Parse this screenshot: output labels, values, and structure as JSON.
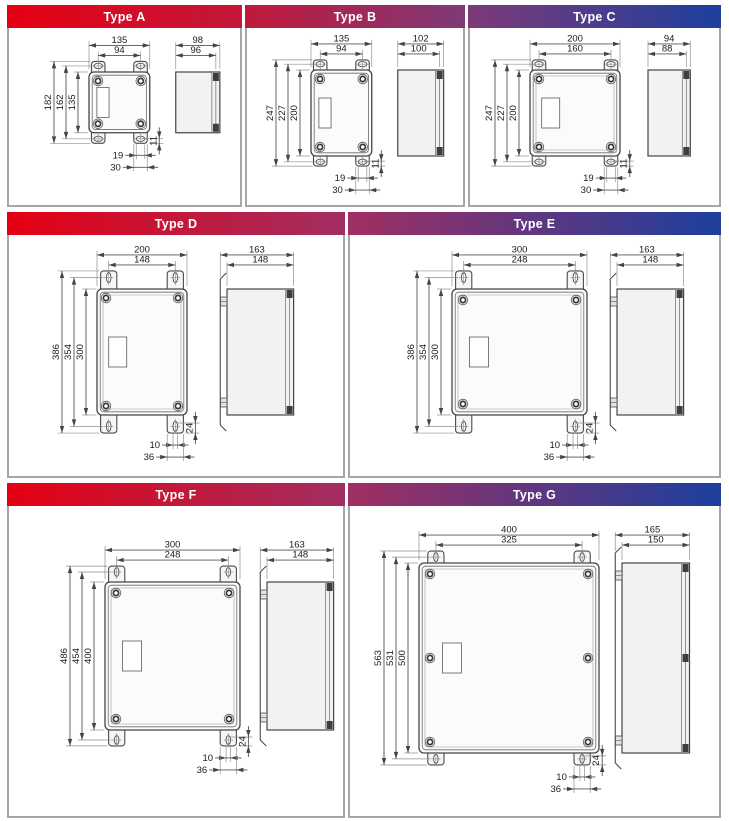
{
  "page": {
    "background": "#ffffff",
    "cell_border": "#a6a6a6"
  },
  "sections": [
    {
      "id": "A",
      "label": "Type A",
      "header_gradient": [
        "#e50012",
        "#c2183a"
      ],
      "front": {
        "width_outer": "135",
        "width_inner": "94",
        "height_total": "182",
        "height_mid": "162",
        "height_body": "135",
        "foot_hole": "19",
        "foot_width": "30",
        "foot_height": "11",
        "screws": 4
      },
      "side": {
        "depth_outer": "98",
        "depth_inner": "96",
        "bracket": false,
        "lid_tabs": 2
      }
    },
    {
      "id": "B",
      "label": "Type B",
      "header_gradient": [
        "#c2183a",
        "#7e3a78"
      ],
      "front": {
        "width_outer": "135",
        "width_inner": "94",
        "height_total": "247",
        "height_mid": "227",
        "height_body": "200",
        "foot_hole": "19",
        "foot_width": "30",
        "foot_height": "11",
        "screws": 4
      },
      "side": {
        "depth_outer": "102",
        "depth_inner": "100",
        "bracket": false,
        "lid_tabs": 2
      }
    },
    {
      "id": "C",
      "label": "Type C",
      "header_gradient": [
        "#7e3a78",
        "#1d3f9e"
      ],
      "front": {
        "width_outer": "200",
        "width_inner": "160",
        "height_total": "247",
        "height_mid": "227",
        "height_body": "200",
        "foot_hole": "19",
        "foot_width": "30",
        "foot_height": "11",
        "screws": 4
      },
      "side": {
        "depth_outer": "94",
        "depth_inner": "88",
        "bracket": false,
        "lid_tabs": 2
      }
    },
    {
      "id": "D",
      "label": "Type D",
      "header_gradient": [
        "#e50012",
        "#a02f62"
      ],
      "front": {
        "width_outer": "200",
        "width_inner": "148",
        "height_total": "386",
        "height_mid": "354",
        "height_body": "300",
        "foot_hole": "10",
        "foot_width": "36",
        "foot_height": "24",
        "screws": 4
      },
      "side": {
        "depth_outer": "163",
        "depth_inner": "148",
        "bracket": true,
        "lid_tabs": 2
      }
    },
    {
      "id": "E",
      "label": "Type E",
      "header_gradient": [
        "#a02f62",
        "#1d3f9e"
      ],
      "front": {
        "width_outer": "300",
        "width_inner": "248",
        "height_total": "386",
        "height_mid": "354",
        "height_body": "300",
        "foot_hole": "10",
        "foot_width": "36",
        "foot_height": "24",
        "screws": 4
      },
      "side": {
        "depth_outer": "163",
        "depth_inner": "148",
        "bracket": true,
        "lid_tabs": 2
      }
    },
    {
      "id": "F",
      "label": "Type F",
      "header_gradient": [
        "#e50012",
        "#a02f62"
      ],
      "front": {
        "width_outer": "300",
        "width_inner": "248",
        "height_total": "486",
        "height_mid": "454",
        "height_body": "400",
        "foot_hole": "10",
        "foot_width": "36",
        "foot_height": "24",
        "screws": 4
      },
      "side": {
        "depth_outer": "163",
        "depth_inner": "148",
        "bracket": true,
        "lid_tabs": 2
      }
    },
    {
      "id": "G",
      "label": "Type G",
      "header_gradient": [
        "#a02f62",
        "#1d3f9e"
      ],
      "front": {
        "width_outer": "400",
        "width_inner": "325",
        "height_total": "563",
        "height_mid": "531",
        "height_body": "500",
        "foot_hole": "10",
        "foot_width": "36",
        "foot_height": "24",
        "screws": 6
      },
      "side": {
        "depth_outer": "165",
        "depth_inner": "150",
        "bracket": true,
        "lid_tabs": 3
      }
    }
  ]
}
